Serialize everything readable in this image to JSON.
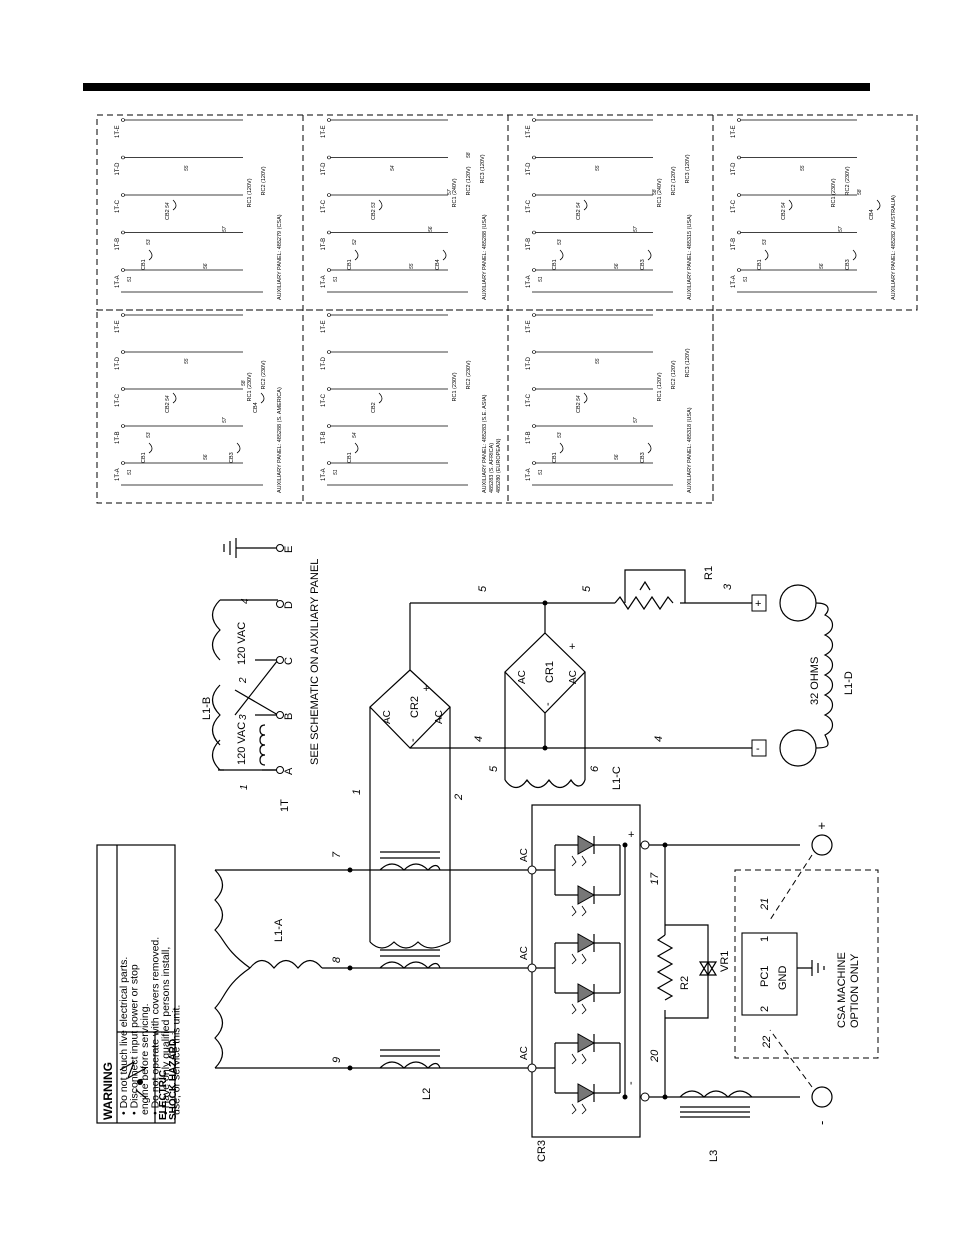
{
  "warning": {
    "title": "WARNING",
    "hazard": "ELECTRIC SHOCK HAZARD",
    "items": [
      "Do not touch live electrical parts.",
      "Disconnect input power or stop engine before servicing.",
      "Do not operate with covers removed.",
      "Have only qualified persons install, use, or service this unit."
    ]
  },
  "aux_panels": [
    {
      "title": "AUXILIARY PANEL: 485279 (CSA)",
      "terminals": [
        "1T-A",
        "1T-B",
        "1T-C",
        "1T-D",
        "1T-E"
      ],
      "breakers": [
        "CB1",
        "CB2"
      ],
      "receptacles": [
        "RC1 (120V)",
        "RC2 (120V)"
      ],
      "wires": [
        "51",
        "53",
        "54",
        "55",
        "56",
        "57"
      ]
    },
    {
      "title": "AUXILIARY PANEL: 485288 (USA)",
      "terminals": [
        "1T-A",
        "1T-B",
        "1T-C",
        "1T-D",
        "1T-E"
      ],
      "breakers": [
        "CB1",
        "CB2",
        "CB4"
      ],
      "receptacles": [
        "RC1 (240V)",
        "RC2 (120V)",
        "RC3 (120V)"
      ],
      "wires": [
        "51",
        "52",
        "53",
        "54",
        "55",
        "56",
        "57",
        "58"
      ]
    },
    {
      "title": "AUXILIARY PANEL: 485315 (USA)",
      "terminals": [
        "1T-A",
        "1T-B",
        "1T-C",
        "1T-D",
        "1T-E"
      ],
      "breakers": [
        "CB1",
        "CB2",
        "CB3"
      ],
      "receptacles": [
        "RC1 (240V)",
        "RC2 (120V)",
        "RC3 (120V)"
      ],
      "wires": [
        "51",
        "53",
        "54",
        "55",
        "56",
        "57",
        "58"
      ]
    },
    {
      "title": "AUXILIARY PANEL: 485282 (AUSTRALIA)",
      "terminals": [
        "1T-A",
        "1T-B",
        "1T-C",
        "1T-D",
        "1T-E"
      ],
      "breakers": [
        "CB1",
        "CB2",
        "CB3",
        "CB4"
      ],
      "receptacles": [
        "RC1 (230V)",
        "RC2 (230V)"
      ],
      "wires": [
        "51",
        "53",
        "54",
        "55",
        "56",
        "57",
        "58"
      ]
    },
    {
      "title": "AUXILIARY PANEL: 485288 (S. AMERICA)",
      "terminals": [
        "1T-A",
        "1T-B",
        "1T-C",
        "1T-D",
        "1T-E"
      ],
      "breakers": [
        "CB1",
        "CB2",
        "CB3",
        "CB4"
      ],
      "receptacles": [
        "RC1 (230V)",
        "RC2 (230V)"
      ],
      "wires": [
        "51",
        "53",
        "54",
        "55",
        "56",
        "57",
        "58"
      ]
    },
    {
      "title": "AUXILIARY PANEL: 485283 (S.E. ASIA) / 485283 (S. AFRICA) / 485280 (EUROPEAN)",
      "terminals": [
        "1T-A",
        "1T-B",
        "1T-C",
        "1T-D",
        "1T-E"
      ],
      "breakers": [
        "CB1",
        "CB2"
      ],
      "receptacles": [
        "RC1 (230V)",
        "RC2 (230V)"
      ],
      "wires": [
        "51",
        "54"
      ]
    },
    {
      "title": "AUXILIARY PANEL: 485318 (USA)",
      "terminals": [
        "1T-A",
        "1T-B",
        "1T-C",
        "1T-D",
        "1T-E"
      ],
      "breakers": [
        "CB1",
        "CB2",
        "CB3"
      ],
      "receptacles": [
        "RC1 (120V)",
        "RC2 (120V)",
        "RC3 (120V)"
      ],
      "wires": [
        "51",
        "53",
        "54",
        "55",
        "56",
        "57"
      ]
    }
  ],
  "schematic": {
    "aux_note": "SEE SCHEMATIC ON AUXILIARY PANEL",
    "transformer_1t": {
      "label": "1T",
      "name": "L1-B",
      "voltage": "120 VAC",
      "terminals": [
        "A",
        "B",
        "C",
        "D",
        "E"
      ],
      "wires": [
        "1",
        "2",
        "3",
        "4"
      ]
    },
    "field": {
      "bridge_cr1": "CR1",
      "bridge_cr2": "CR2",
      "ac": "AC",
      "plus": "+",
      "minus": "-",
      "r1": "R1",
      "coil": "L1-D",
      "ohms": "32 OHMS",
      "coil_c": "L1-C",
      "wires": [
        "1",
        "2",
        "3",
        "4",
        "5",
        "6"
      ]
    },
    "output": {
      "stator": "L1-A",
      "l2": "L2",
      "l3": "L3",
      "cr3": "CR3",
      "r2": "R2",
      "vr1": "VR1",
      "ac": "AC",
      "wires": [
        "7",
        "8",
        "9",
        "17",
        "20",
        "21",
        "22"
      ]
    },
    "csa": {
      "pc1": "PC1",
      "gnd": "GND",
      "pin1": "1",
      "pin2": "2",
      "label": "CSA MACHINE OPTION ONLY"
    }
  }
}
